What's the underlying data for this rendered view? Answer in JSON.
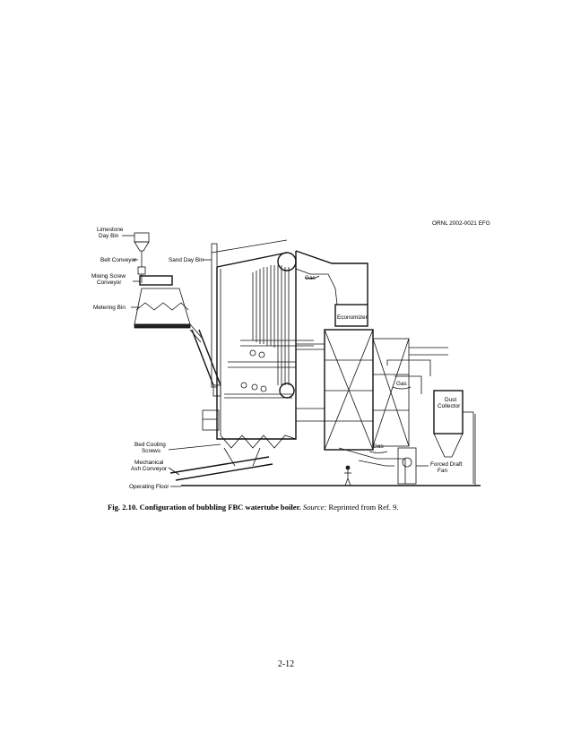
{
  "figure": {
    "ref_code": "ORNL 2002-0021 EFG",
    "labels": {
      "limestone_1": "Limestone",
      "limestone_2": "Day Bin",
      "belt_conveyor": "Belt Conveyor",
      "sand_day_bin": "Sand Day Bin",
      "mixing_1": "Mixing Screw",
      "mixing_2": "Conveyor",
      "metering_bin": "Metering Bin",
      "gas_top": "Gas",
      "economizer": "Economizer",
      "gas_mid": "Gas",
      "dust_1": "Dust",
      "dust_2": "Collector",
      "gas_bottom": "Gas",
      "bed_cooling_1": "Bed Cooling",
      "bed_cooling_2": "Screws",
      "mech_ash_1": "Mechanical",
      "mech_ash_2": "Ash Conveyor",
      "operating_floor": "Operating Floor",
      "forced_draft_1": "Forced Draft",
      "forced_draft_2": "Fan"
    }
  },
  "caption": {
    "number": "Fig. 2.10.",
    "title": "Configuration of bubbling FBC watertube boiler.",
    "source_label": "Source:",
    "source_text": "Reprinted from Ref. 9."
  },
  "page_number": "2-12"
}
